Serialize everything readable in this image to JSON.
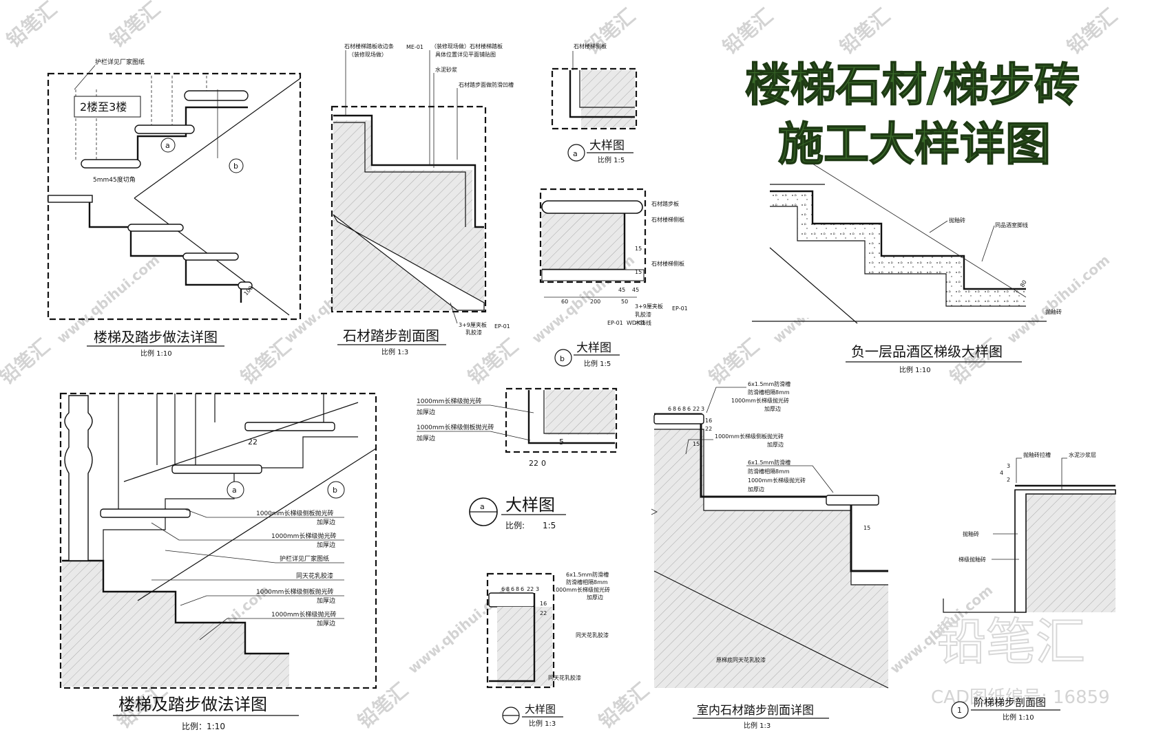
{
  "main_title": {
    "line1": "楼梯石材/梯步砖",
    "line2": "施工大样详图",
    "color": "#3a6b2a"
  },
  "watermark": {
    "brand": "铅笔汇",
    "url": "www.qbihui.com",
    "cad_code": "CAD图纸编号: 16859",
    "color": "#d0d0d0"
  },
  "drawings": {
    "stair_1": {
      "title": "楼梯及踏步做法详图",
      "scale": "比例 1:10",
      "tag_floor": "2楼至3楼",
      "note_railing": "护栏详见厂家图纸",
      "note_chamfer": "5mm45度切角",
      "callout_a": "a",
      "callout_b": "b",
      "dim": "100"
    },
    "stone_section": {
      "title": "石材踏步剖面图",
      "scale": "比例 1:3",
      "notes": [
        "石材楼梯踏板收边条",
        "（装修现场做）",
        "（装修现场做）石材楼梯踏板",
        "具体位置详见平面铺贴图",
        "水泥砂浆",
        "石材踏步面做防滑凹槽"
      ],
      "tag_code": "ME-01",
      "bottom_note": "3+9厘夹板",
      "bottom_note2": "乳胶漆",
      "bottom_code": "EP-01"
    },
    "detail_a_top": {
      "title": "大样图",
      "scale": "比例 1:5",
      "callout": "a",
      "note": "石材楼梯侧板"
    },
    "detail_b_top": {
      "title": "大样图",
      "scale": "比例 1:5",
      "callout": "b",
      "notes": [
        "石材踏步板",
        "石材楼梯侧板",
        "石材楼梯侧板",
        "3+9厘夹板",
        "乳胶漆",
        "木饰线"
      ],
      "dims": [
        "60",
        "200",
        "50",
        "45",
        "45",
        "15",
        "15"
      ],
      "codes": [
        "EP-01",
        "EP-01",
        "WD-01"
      ]
    },
    "b1_stair": {
      "title": "负一层品酒区梯级大样图",
      "scale": "比例 1:10",
      "notes": [
        "抛釉砖",
        "同品酒室脚线",
        "抛釉砖"
      ],
      "dim": "80"
    },
    "stair_2": {
      "title": "楼梯及踏步做法详图",
      "scale": "比例：1:10",
      "callout_a": "a",
      "callout_b": "b",
      "dim": "22",
      "notes": [
        "1000mm长梯级侧板抛光砖",
        "加厚边",
        "1000mm长梯级抛光砖",
        "加厚边",
        "护栏详见厂家图纸",
        "同天花乳胶漆",
        "1000mm长梯级侧板抛光砖",
        "加厚边",
        "1000mm长梯级抛光砖",
        "加厚边"
      ]
    },
    "detail_a_mid": {
      "title": "大样图",
      "scale_label": "比例:",
      "scale_value": "1:5",
      "callout": "a",
      "notes": [
        "1000mm长梯级抛光砖",
        "加厚边",
        "1000mm长梯级侧板抛光砖",
        "加厚边"
      ],
      "dims": [
        "22",
        "0",
        "5"
      ]
    },
    "detail_bottom": {
      "title": "大样图",
      "scale": "比例 1:3",
      "notes": [
        "6x1.5mm防滑槽",
        "防滑槽相隔8mm",
        "1000mm长梯级抛光砖",
        "加厚边",
        "同天花乳胶漆",
        "同天花乳胶漆"
      ],
      "dims": [
        "6",
        "8",
        "6",
        "8",
        "6",
        "22",
        "3",
        "16",
        "22"
      ]
    },
    "indoor_section": {
      "title": "室内石材踏步剖面详图",
      "scale": "比例 1:3",
      "notes": [
        "6x1.5mm防滑槽",
        "防滑槽相隔8mm",
        "1000mm长梯级抛光砖",
        "加厚边",
        "1000mm长梯级侧板抛光砖",
        "加厚边",
        "6x1.5mm防滑槽",
        "防滑槽相隔8mm",
        "1000mm长梯级抛光砖",
        "加厚边",
        "原梯底同天花乳胶漆"
      ],
      "dims": [
        "6",
        "8",
        "6",
        "8",
        "6",
        "22",
        "3",
        "16",
        "22",
        "15",
        "15"
      ]
    },
    "tile_detail": {
      "title": "阶梯梯步剖面图",
      "scale": "比例 1:10",
      "callout": "1",
      "notes": [
        "抛釉砖拉槽",
        "水泥沙浆层",
        "抛釉砖",
        "梯级抛釉砖"
      ],
      "dims": [
        "3",
        "4",
        "2"
      ]
    }
  }
}
